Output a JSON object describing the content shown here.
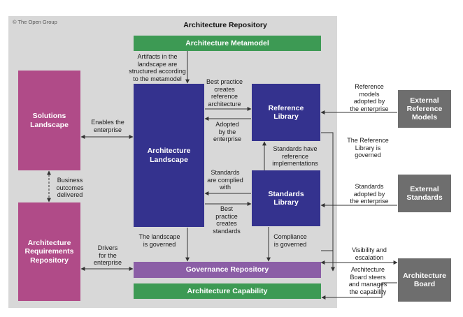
{
  "copyright": "© The Open Group",
  "title": "Architecture Repository",
  "boxes": {
    "metamodel": "Architecture Metamodel",
    "solutions": "Solutions\nLandscape",
    "landscape": "Architecture\nLandscape",
    "reference": "Reference\nLibrary",
    "standards": "Standards\nLibrary",
    "requirements": "Architecture\nRequirements\nRepository",
    "governance": "Governance Repository",
    "capability": "Architecture Capability",
    "ext_ref": "External\nReference\nModels",
    "ext_std": "External\nStandards",
    "board": "Architecture\nBoard"
  },
  "labels": {
    "artifacts": "Artifacts in the\nlandscape are\nstructured according\nto the metamodel",
    "best_practice_ref": "Best practice\ncreates\nreference\narchitecture",
    "adopted": "Adopted\nby the\nenterprise",
    "enables": "Enables the\nenterprise",
    "standards_impl": "Standards have\nreference\nimplementations",
    "complied": "Standards\nare complied\nwith",
    "best_practice_std": "Best\npractice\ncreates\nstandards",
    "business": "Business\noutcomes\ndelivered",
    "landscape_governed": "The landscape\nis governed",
    "compliance": "Compliance\nis governed",
    "drivers": "Drivers\nfor the\nenterprise",
    "ref_models_adopted": "Reference\nmodels\nadopted by\nthe enterprise",
    "ref_library_governed": "The Reference\nLibrary is\ngoverned",
    "std_adopted": "Standards\nadopted by\nthe enterprise",
    "visibility": "Visibility and\nescalation",
    "board_steers": "Architecture\nBoard steers\nand manages\nthe capability"
  },
  "colors": {
    "green": "#3d9a54",
    "navy": "#34328e",
    "magenta": "#b04b88",
    "purple": "#8b5ea6",
    "gray": "#6e6e6e",
    "repository_background": "#d8d8d8"
  }
}
